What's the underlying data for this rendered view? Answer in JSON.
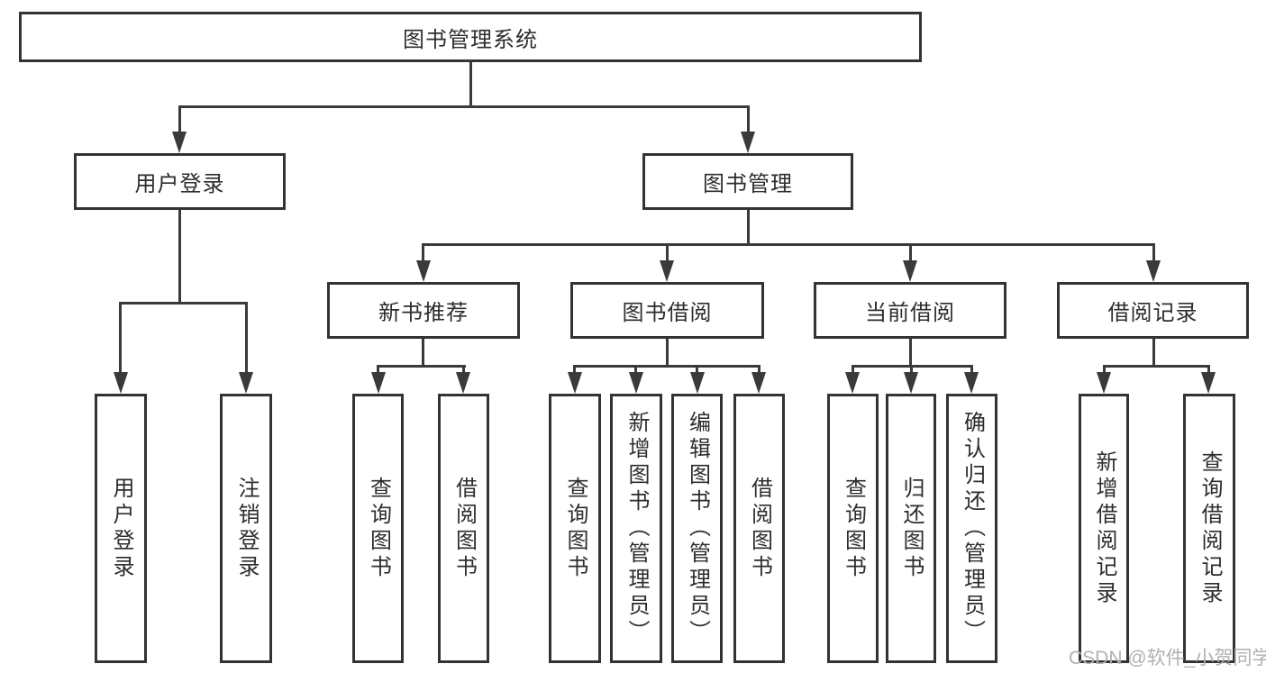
{
  "diagram": {
    "root": {
      "label": "图书管理系统"
    },
    "level1": [
      {
        "label": "用户登录"
      },
      {
        "label": "图书管理"
      }
    ],
    "level2": [
      {
        "label": "新书推荐"
      },
      {
        "label": "图书借阅"
      },
      {
        "label": "当前借阅"
      },
      {
        "label": "借阅记录"
      }
    ],
    "leaves": [
      {
        "label": "用户登录"
      },
      {
        "label": "注销登录"
      },
      {
        "label": "查询图书"
      },
      {
        "label": "借阅图书"
      },
      {
        "label": "查询图书"
      },
      {
        "label": "新增图书（管理员）"
      },
      {
        "label": "编辑图书（管理员）"
      },
      {
        "label": "借阅图书"
      },
      {
        "label": "查询图书"
      },
      {
        "label": "归还图书"
      },
      {
        "label": "确认归还（管理员）"
      },
      {
        "label": "新增借阅记录"
      },
      {
        "label": "查询借阅记录"
      }
    ]
  },
  "watermark": {
    "text": "CSDN @软件_小贺同学"
  },
  "colors": {
    "line": "#3a3a3a",
    "box_border": "#333333",
    "text": "#2d2d2d",
    "watermark": "#b2b0b1",
    "background": "#ffffff"
  }
}
